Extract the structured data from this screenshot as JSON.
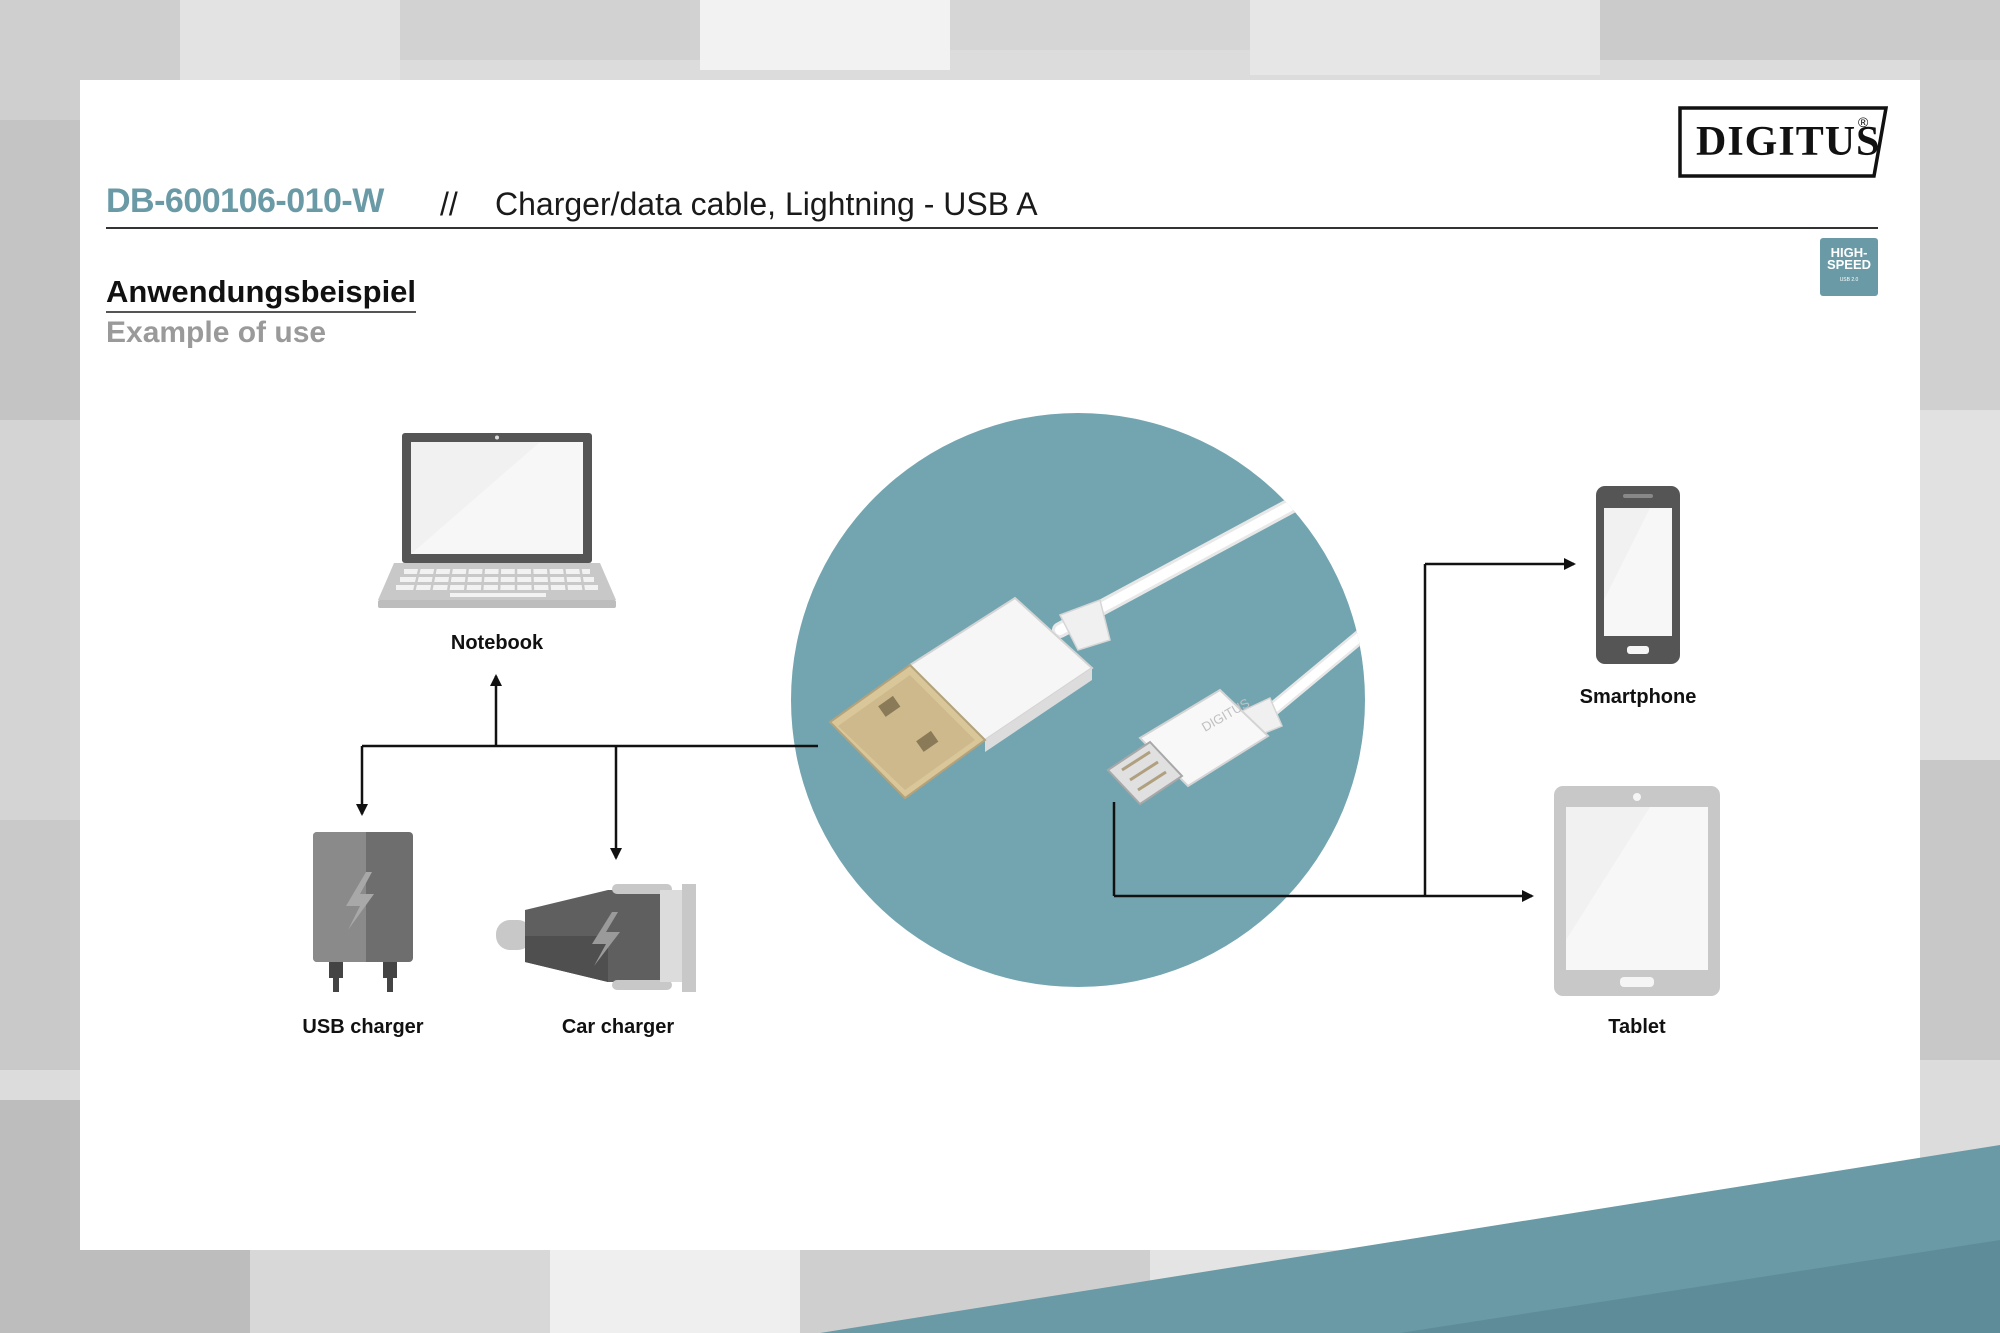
{
  "header": {
    "sku": "DB-600106-010-W",
    "separator": "//",
    "product": "Charger/data cable, Lightning - USB A"
  },
  "logo": {
    "brand": "DIGITUS",
    "mark": "®"
  },
  "badge": {
    "line1": "HIGH-",
    "line2": "SPEED",
    "line3": "USB 2.0"
  },
  "section": {
    "title_de": "Anwendungsbeispiel",
    "title_en": "Example of use"
  },
  "devices": {
    "notebook": "Notebook",
    "usb_charger": "USB charger",
    "car_charger": "Car charger",
    "smartphone": "Smartphone",
    "tablet": "Tablet"
  },
  "cable_brand": "DIGITUS",
  "colors": {
    "accent": "#6a9aa6",
    "circle": "#73a5b1",
    "device_dark": "#555555",
    "device_light": "#bdbdbd"
  },
  "icons": {
    "notebook": "laptop-icon",
    "usb_charger": "wall-charger-icon",
    "car_charger": "car-charger-icon",
    "smartphone": "smartphone-icon",
    "tablet": "tablet-icon"
  }
}
